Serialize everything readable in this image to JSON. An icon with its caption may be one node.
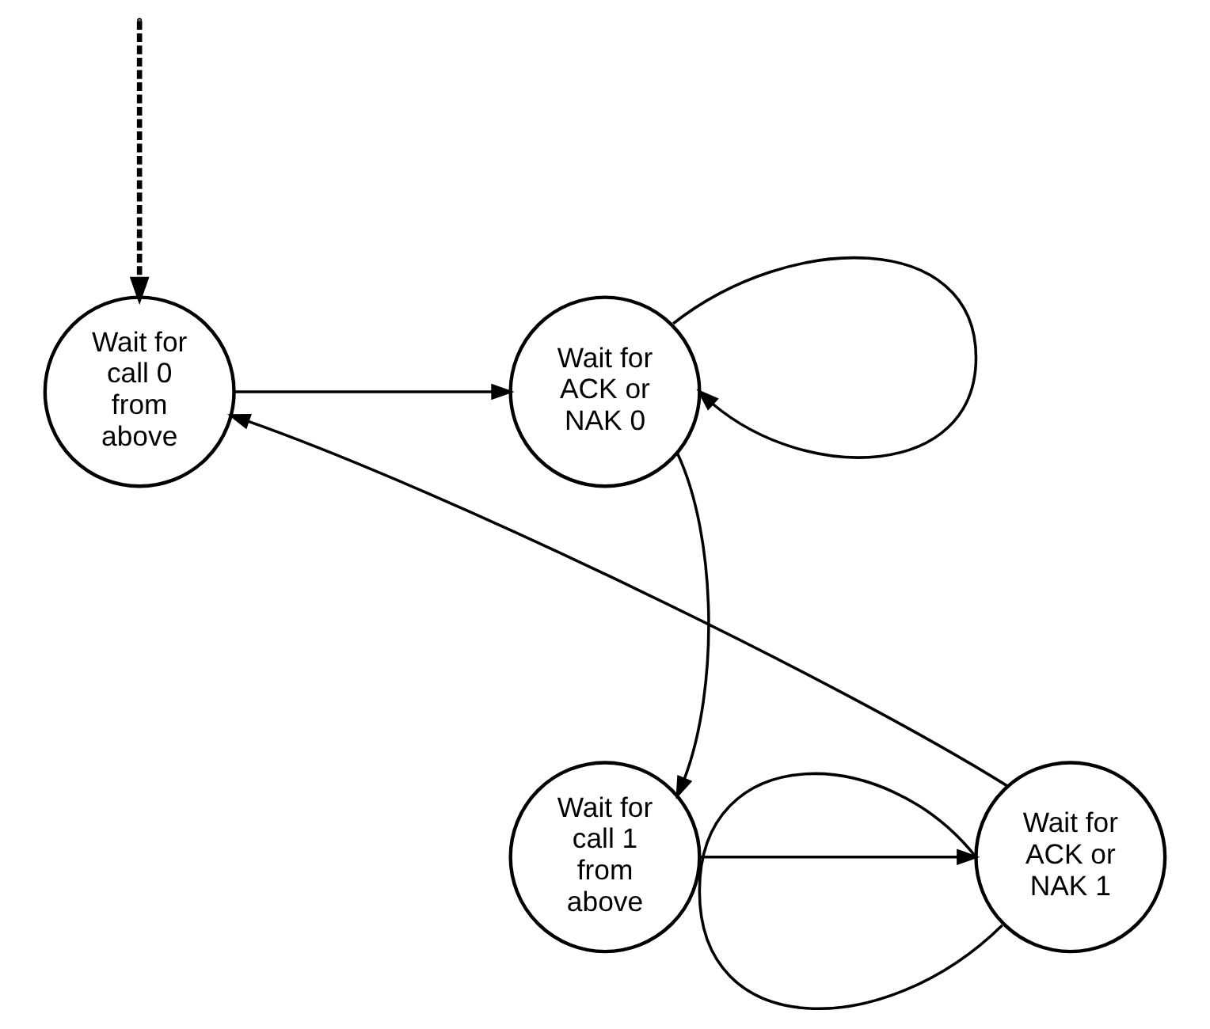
{
  "diagram": {
    "nodes": [
      {
        "text": [
          "Wait for call 0 from above"
        ]
      },
      {
        "text": [
          "Wait for ACK or NAK 0"
        ]
      },
      {
        "text": [
          "Wait for call 1 from above"
        ]
      },
      {
        "text": [
          "Wait for ACK or NAK 1"
        ]
      }
    ],
    "edges": [
      {
        "from": null,
        "to": 0,
        "arrow": "to",
        "style": "dashed"
      },
      {
        "from": 0,
        "to": 1,
        "arrow": "to"
      },
      {
        "from": 1,
        "to": 1,
        "arrow": "to"
      },
      {
        "from": 1,
        "to": 2,
        "arrow": "to"
      },
      {
        "from": 2,
        "to": 3,
        "arrow": "to"
      },
      {
        "from": 3,
        "to": 3,
        "arrow": "none"
      },
      {
        "from": 3,
        "to": 0,
        "arrow": "to"
      }
    ]
  }
}
